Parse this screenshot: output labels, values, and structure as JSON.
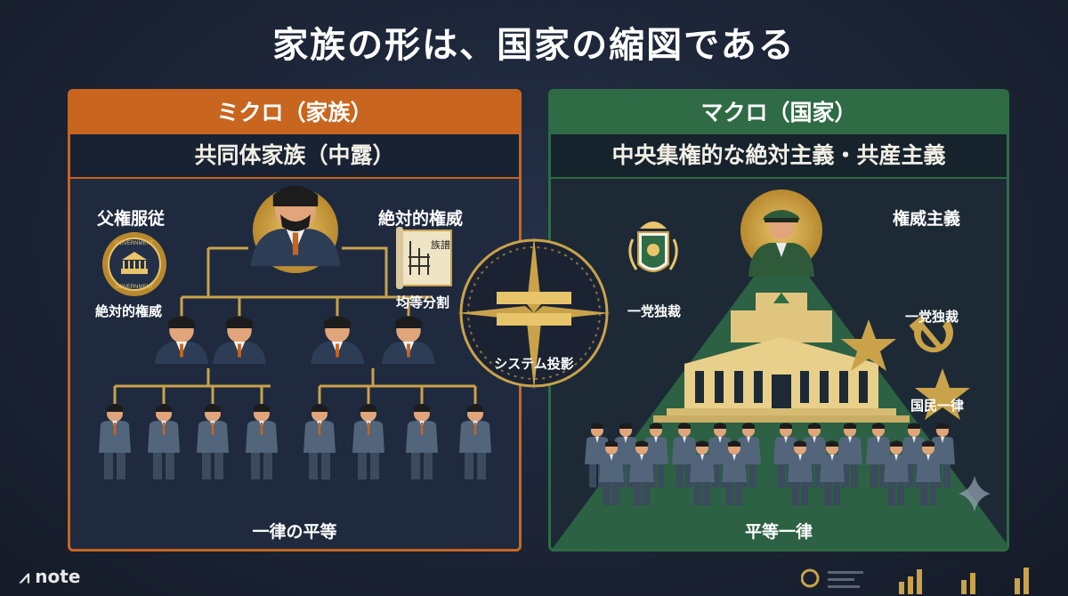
{
  "title": "家族の形は、国家の縮図である",
  "left": {
    "header": "ミクロ（家族）",
    "subheader": "共同体家族（中露）",
    "labels": {
      "patriarchal": "父権服従",
      "absolute_authority_top": "絶対的権威",
      "absolute_authority_seal": "絶対的権威",
      "equal_division": "均等分割",
      "uniform_equality": "一律の平等"
    },
    "seal_text": [
      "GOVERNMENT",
      "GOVERNMENT"
    ],
    "scroll_text": "族譜"
  },
  "center": {
    "label": "システム投影"
  },
  "right": {
    "header": "マクロ（国家）",
    "subheader": "中央集権的な絶対主義・共産主義",
    "labels": {
      "authoritarianism": "権威主義",
      "one_party_left": "一党独裁",
      "one_party_right": "一党独裁",
      "national_uniform": "国民一律",
      "equal_uniform": "平等一律"
    }
  },
  "footer": {
    "brand": "note"
  },
  "colors": {
    "orange": "#c8651f",
    "green": "#2f6b45",
    "gold": "#c9a24a",
    "navy": "#1b2333"
  }
}
